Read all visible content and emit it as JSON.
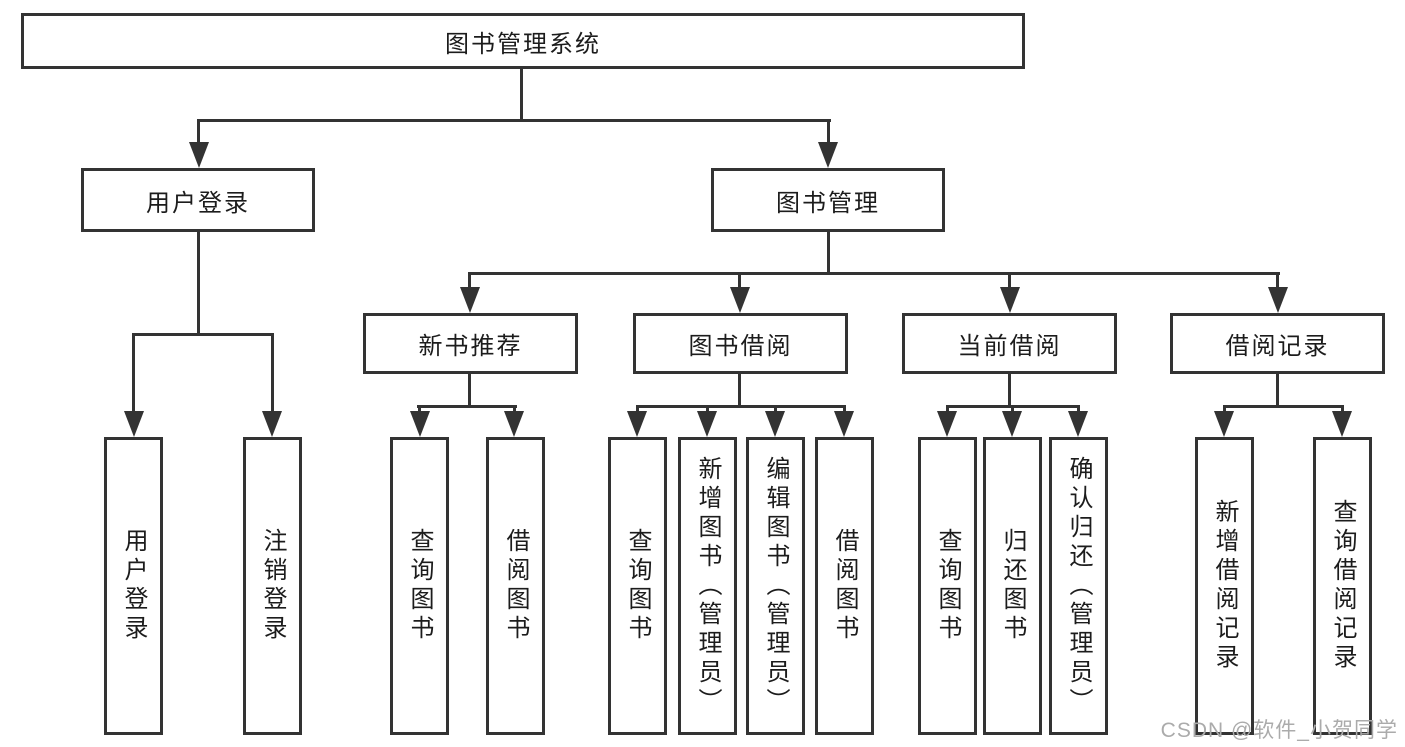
{
  "diagram": {
    "root_label": "图书管理系统",
    "level2": {
      "user_login": "用户登录",
      "book_management": "图书管理"
    },
    "level3": {
      "new_book_recommendation": "新书推荐",
      "book_borrowing": "图书借阅",
      "current_borrowing": "当前借阅",
      "borrowing_records": "借阅记录"
    },
    "leaves": {
      "user_login": "用户登录",
      "logout": "注销登录",
      "nb_query_books": "查询图书",
      "nb_borrow_books": "借阅图书",
      "bb_query_books": "查询图书",
      "bb_add_book_admin": "新增图书（管理员）",
      "bb_edit_book_admin": "编辑图书（管理员）",
      "bb_borrow_books": "借阅图书",
      "cb_query_books": "查询图书",
      "cb_return_book": "归还图书",
      "cb_confirm_return_admin": "确认归还（管理员）",
      "br_add_record": "新增借阅记录",
      "br_query_record": "查询借阅记录"
    }
  },
  "watermark": "CSDN @软件_小贺同学",
  "colors": {
    "line": "#333333",
    "text": "#1c1c1c",
    "watermark": "#ababab"
  }
}
